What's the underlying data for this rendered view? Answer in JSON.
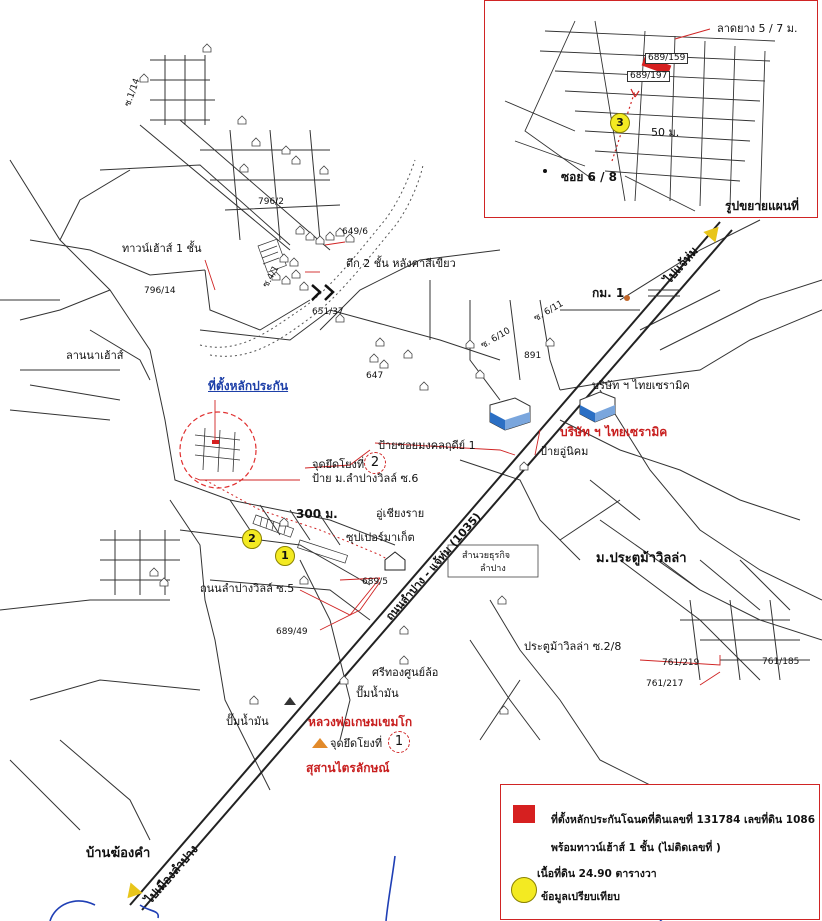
{
  "colors": {
    "boundary": "#d02424",
    "road": "#222222",
    "marker": "#f3ea22",
    "plot": "#d62020",
    "building_blue": "#2b6fc4",
    "signature": "#1f3fb5",
    "dashed_circle": "#e03030"
  },
  "inset": {
    "road_label": "ลาดยาง 5 / 7 ม.",
    "lot_a": "689/159",
    "lot_b": "689/197",
    "distance": "50 ม.",
    "soi_label": "ซอย 6 / 8",
    "marker": "3",
    "caption": "รูปขยายแผนที่"
  },
  "labels": {
    "townhouse": "ทาวน์เฮ้าส์ 1 ชั้น",
    "lot_796_2": "796/2",
    "lot_649_6": "649/6",
    "green_roof": "ตึก 2 ชั้น หลังคาสีเขียว",
    "lot_796_14": "796/14",
    "lot_651_37": "651/37",
    "soi_1_14": "ซ.1/14",
    "soi_4": "ซ.4/1",
    "court": "ลานนาเฮ้าส์",
    "km1": "กม. 1",
    "soi_6_11": "ซ. 6/11",
    "soi_6_10": "ซ. 6/10",
    "lot_891": "891",
    "lot_647": "647",
    "company1": "บริษัท ฯ ไทยเซรามิค",
    "company2": "บริษัท ฯ ไทยเซรามิค",
    "collateral": "ที่ตั้งหลักประกัน",
    "sign_mongkol": "ป้ายซอยมงคลฤดีย์ 1",
    "sign_u": "ป้ายอู่นิคม",
    "ref2_title": "จุดยึดโยงที่",
    "ref2_sub": "ป้าย ม.ลำปางวิลล์ ซ.6",
    "dist300": "300 ม.",
    "garage": "อู่เชียงราย",
    "market": "ซุปเปอร์มาเก็ต",
    "road_main": "ถนนลำปาง - แจ้ห่ม (1035)",
    "office": "สำนวยธุรกิจ",
    "office2": "ลำปาง",
    "village": "ม.ประตูม้าวิลล่า",
    "lampang_soi5": "ถนนลำปางวิลล์ ซ.5",
    "lot_689_5": "689/5",
    "lot_689_49": "689/49",
    "pratu": "ประตูม้าวิลล่า ซ.2/8",
    "lot_761_219": "761/219",
    "lot_761_185": "761/185",
    "lot_761_217": "761/217",
    "sithong": "ศรีทองศูนย์ล้อ",
    "gas1": "ปั๊มน้ำมัน",
    "gas2": "ปั๊มน้ำมัน",
    "temple": "หลวงพ่อเกษมเขมโก",
    "ref1_title": "จุดยึดโยงที่",
    "cemetery": "สุสานไตรลักษณ์",
    "ban_nong": "บ้านฆ้องคำ",
    "to_jaehom": "ไปแจ้ห่ม",
    "to_lampang": "ไปเมืองลำปาง",
    "m1": "1",
    "m2": "2",
    "ref_num1": "1",
    "ref_num2": "2"
  },
  "legend": {
    "line1": "ที่ตั้งหลักประกันโฉนดที่ดินเลขที่ 131784 เลขที่ดิน 1086",
    "line2": "พร้อมทาวน์เฮ้าส์ 1 ชั้น (ไม่ติดเลขที่ )",
    "line3": "เนื้อที่ดิน 24.90 ตารางวา",
    "line4": "ข้อมูลเปรียบเทียบ"
  }
}
